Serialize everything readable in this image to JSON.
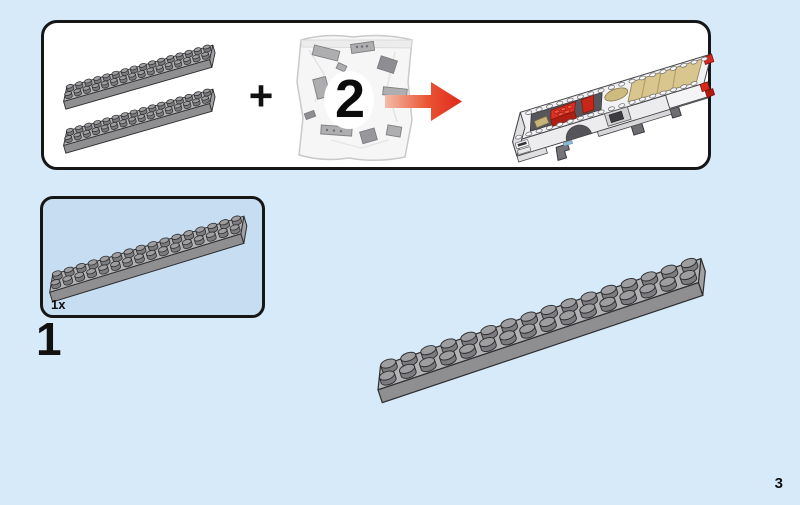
{
  "page": {
    "number": "3"
  },
  "parts_panel": {
    "part_1": {
      "icon": "gray-plate-2x16-icon",
      "description": "light gray 2x16 plate"
    },
    "part_2": {
      "icon": "gray-plate-2x16-icon",
      "description": "light gray 2x16 plate"
    },
    "plus_label": "+",
    "bag": {
      "icon": "parts-bag-icon",
      "number_label": "2"
    },
    "arrow_icon": "red-arrow-icon",
    "result_icon": "car-chassis-preview-icon"
  },
  "step": {
    "number": "1",
    "callout": {
      "quantity_label": "1x",
      "part_icon": "gray-plate-2x16-icon"
    }
  },
  "colors": {
    "background": "#d7eafa",
    "callout_background": "#c7def2",
    "box_border": "#161616",
    "plate_gray_top": "#b2b2b5",
    "plate_gray_front": "#8f8f92",
    "arrow_red": "#e02818",
    "arrow_pale": "#f4bca9",
    "engine_red": "#dd3020",
    "deck_tan": "#d9c68f"
  }
}
